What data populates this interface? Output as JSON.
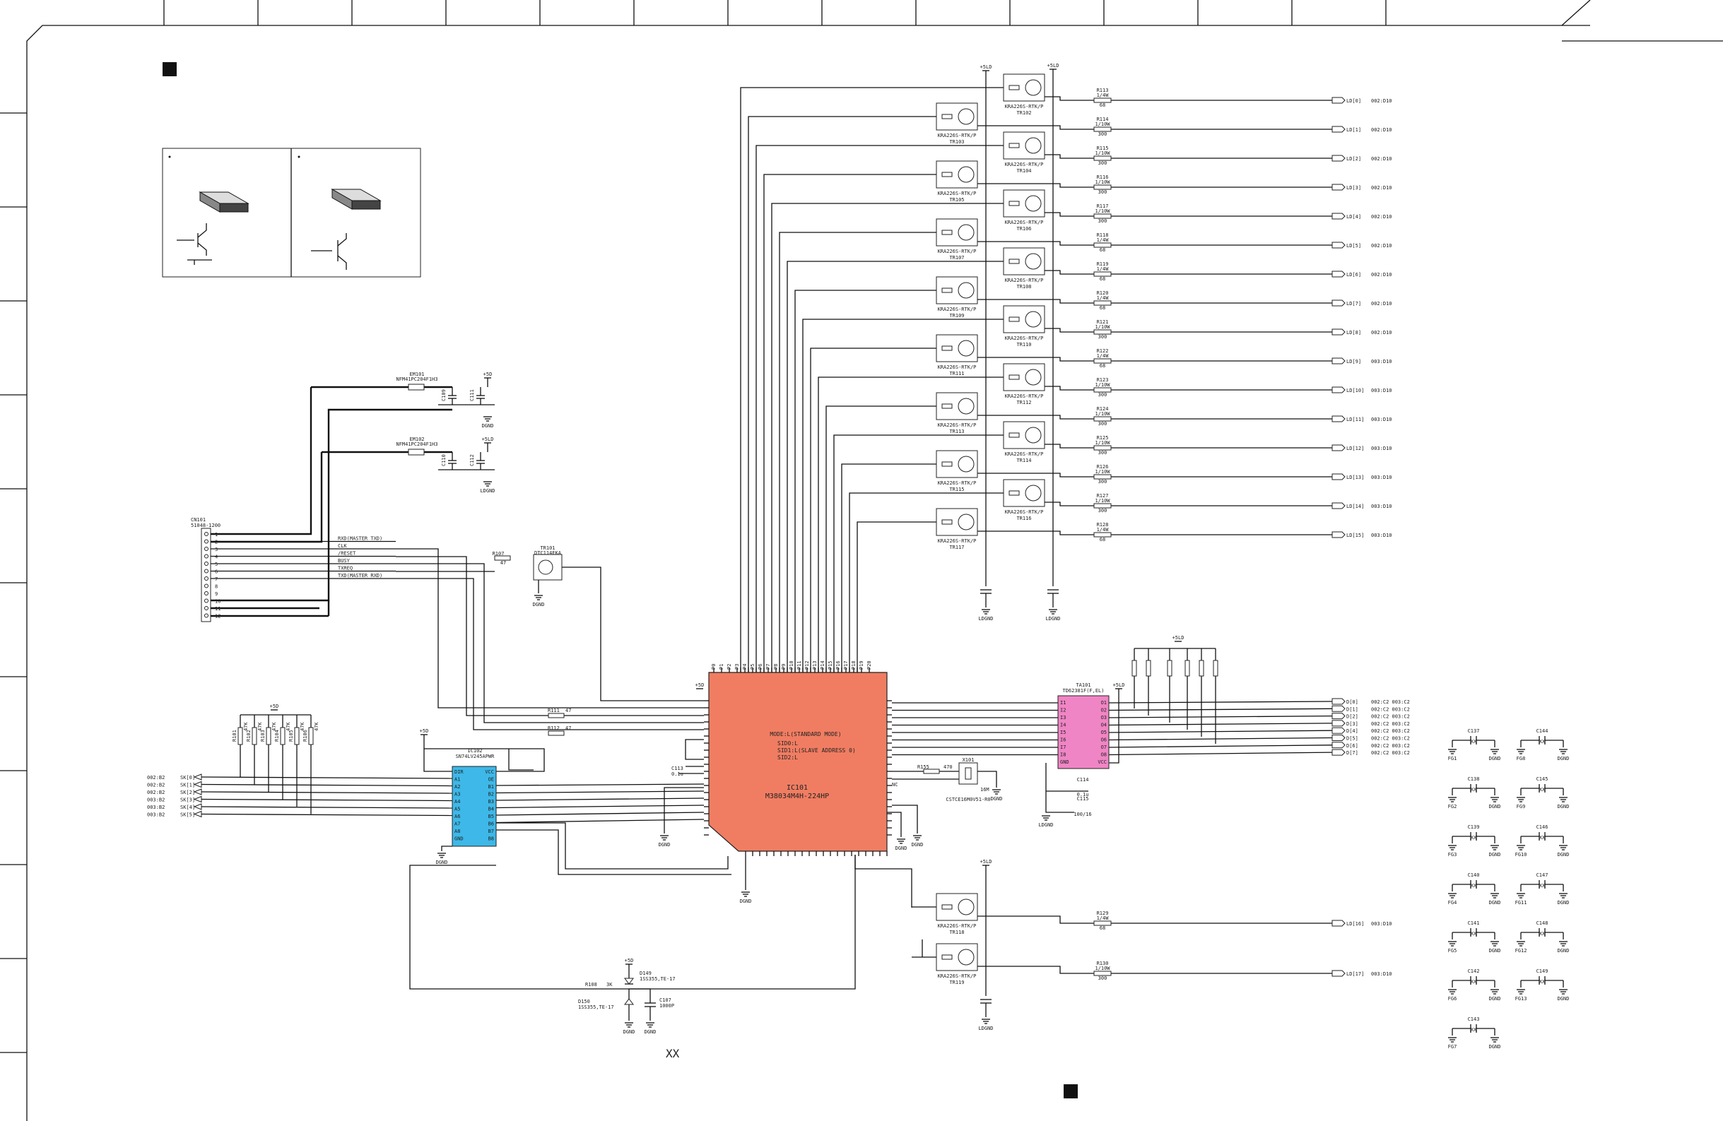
{
  "title_marker": "XX",
  "ic101": {
    "ref": "IC101",
    "part": "M38034M4H-224HP",
    "color": "#F07D62",
    "mode": [
      "MODE:L(STANDARD MODE)",
      "SID0:L",
      "SID1:L(SLAVE ADDRESS 0)",
      "SID2:L"
    ]
  },
  "ic102": {
    "ref": "IC102",
    "part": "SN74LV245APWR",
    "color": "#3DB8E8",
    "pins_l": [
      "DIR",
      "A1",
      "A2",
      "A3",
      "A4",
      "A5",
      "A6",
      "A7",
      "A8",
      "GND"
    ],
    "pins_r": [
      "VCC",
      "OE",
      "B1",
      "B2",
      "B3",
      "B4",
      "B5",
      "B6",
      "B7",
      "B8"
    ]
  },
  "ta101": {
    "ref": "TA101",
    "part": "TD62381F(F,EL)",
    "color": "#F085C5",
    "pins_l": [
      "I1",
      "I2",
      "I3",
      "I4",
      "I5",
      "I6",
      "I7",
      "I8",
      "GND"
    ],
    "pins_r": [
      "O1",
      "O2",
      "O3",
      "O4",
      "O5",
      "O6",
      "O7",
      "O8",
      "VCC"
    ]
  },
  "cn101": {
    "ref": "CN101",
    "part": "51048-1200",
    "signals": [
      "RXD(MASTER TXD)",
      "CLK",
      "/RESET",
      "BUSY",
      "TXREQ",
      "TXD(MASTER RXD)"
    ]
  },
  "em101": {
    "ref": "EM101",
    "part": "NFM41PC204F1H3"
  },
  "em102": {
    "ref": "EM102",
    "part": "NFM41PC204F1H3"
  },
  "tr101": {
    "ref": "TR101",
    "part": "DTC114EKA",
    "r": "R107",
    "rv": "47"
  },
  "transistor_part": "KRA226S-RTK/P",
  "ld_lines": [
    {
      "tr": "TR102",
      "r": "R113",
      "rt": "1/4W",
      "rv": "68",
      "sig": "LD[0]",
      "ref": "002:D10"
    },
    {
      "tr": "TR103",
      "r": "R114",
      "rt": "1/10W",
      "rv": "300",
      "sig": "LD[1]",
      "ref": "002:D10"
    },
    {
      "tr": "TR104",
      "r": "R115",
      "rt": "1/10W",
      "rv": "300",
      "sig": "LD[2]",
      "ref": "002:D10"
    },
    {
      "tr": "TR105",
      "r": "R116",
      "rt": "1/10W",
      "rv": "300",
      "sig": "LD[3]",
      "ref": "002:D10"
    },
    {
      "tr": "TR106",
      "r": "R117",
      "rt": "1/10W",
      "rv": "300",
      "sig": "LD[4]",
      "ref": "002:D10"
    },
    {
      "tr": "TR107",
      "r": "R118",
      "rt": "1/4W",
      "rv": "68",
      "sig": "LD[5]",
      "ref": "002:D10"
    },
    {
      "tr": "TR108",
      "r": "R119",
      "rt": "1/4W",
      "rv": "68",
      "sig": "LD[6]",
      "ref": "002:D10"
    },
    {
      "tr": "TR109",
      "r": "R120",
      "rt": "1/4W",
      "rv": "68",
      "sig": "LD[7]",
      "ref": "002:D10"
    },
    {
      "tr": "TR110",
      "r": "R121",
      "rt": "1/10W",
      "rv": "300",
      "sig": "LD[8]",
      "ref": "002:D10"
    },
    {
      "tr": "TR111",
      "r": "R122",
      "rt": "1/4W",
      "rv": "68",
      "sig": "LD[9]",
      "ref": "003:D10"
    },
    {
      "tr": "TR112",
      "r": "R123",
      "rt": "1/10W",
      "rv": "300",
      "sig": "LD[10]",
      "ref": "003:D10"
    },
    {
      "tr": "TR113",
      "r": "R124",
      "rt": "1/10W",
      "rv": "300",
      "sig": "LD[11]",
      "ref": "003:D10"
    },
    {
      "tr": "TR114",
      "r": "R125",
      "rt": "1/10W",
      "rv": "300",
      "sig": "LD[12]",
      "ref": "003:D10"
    },
    {
      "tr": "TR115",
      "r": "R126",
      "rt": "1/10W",
      "rv": "300",
      "sig": "LD[13]",
      "ref": "003:D10"
    },
    {
      "tr": "TR116",
      "r": "R127",
      "rt": "1/10W",
      "rv": "300",
      "sig": "LD[14]",
      "ref": "003:D10"
    },
    {
      "tr": "TR117",
      "r": "R128",
      "rt": "1/4W",
      "rv": "68",
      "sig": "LD[15]",
      "ref": "003:D10"
    }
  ],
  "ld_lines_low": [
    {
      "tr": "TR118",
      "r": "R129",
      "rt": "1/4W",
      "rv": "68",
      "sig": "LD[16]",
      "ref": "003:D10"
    },
    {
      "tr": "TR119",
      "r": "R130",
      "rt": "1/10W",
      "rv": "300",
      "sig": "LD[17]",
      "ref": "003:D10"
    }
  ],
  "d_outputs": [
    {
      "sig": "D[0]",
      "ref": "002:C2 003:C2"
    },
    {
      "sig": "D[1]",
      "ref": "002:C2 003:C2"
    },
    {
      "sig": "D[2]",
      "ref": "002:C2 003:C2"
    },
    {
      "sig": "D[3]",
      "ref": "002:C2 003:C2"
    },
    {
      "sig": "D[4]",
      "ref": "002:C2 003:C2"
    },
    {
      "sig": "D[5]",
      "ref": "002:C2 003:C2"
    },
    {
      "sig": "D[6]",
      "ref": "002:C2 003:C2"
    },
    {
      "sig": "D[7]",
      "ref": "002:C2 003:C2"
    }
  ],
  "sk_inputs": [
    {
      "ref": "002:B2",
      "sig": "SK[0]"
    },
    {
      "ref": "002:B2",
      "sig": "SK[1]"
    },
    {
      "ref": "002:B2",
      "sig": "SK[2]"
    },
    {
      "ref": "003:B2",
      "sig": "SK[3]"
    },
    {
      "ref": "003:B2",
      "sig": "SK[4]"
    },
    {
      "ref": "003:B2",
      "sig": "SK[5]"
    }
  ],
  "pullups": [
    "R101",
    "R102",
    "R103",
    "R104",
    "R105",
    "R106"
  ],
  "pullup_value": "47K",
  "res": {
    "r111": "R111",
    "r111v": "47",
    "r112": "R112",
    "r112v": "47",
    "r155": "R155",
    "r155v": "470",
    "r108": "R108",
    "r108v": "3K"
  },
  "xtal": {
    "ref": "X101",
    "part": "CSTCE16M0V51-R0",
    "f": "16M"
  },
  "caps": {
    "c113": "C113",
    "c113v": "0.1u",
    "c114": "C114",
    "c114v": "0.1u",
    "c115": "C115",
    "c115v": "100/16",
    "c107": "C107",
    "c107v": "1000P"
  },
  "diodes": {
    "d149": "D149",
    "d149p": "1SS355,TE-17",
    "d150": "D150",
    "d150p": "1SS355,TE-17"
  },
  "rails": {
    "p5": "+5D",
    "p5ld": "+5LD",
    "dgnd": "DGND",
    "ldgnd": "LDGND",
    "nc": "NC"
  },
  "emc_caps": [
    "C137",
    "C138",
    "C139",
    "C140",
    "C141",
    "C142",
    "C143",
    "C144",
    "C145",
    "C146",
    "C147",
    "C148",
    "C149"
  ],
  "emc_fgs": [
    "FG1",
    "FG2",
    "FG3",
    "FG4",
    "FG5",
    "FG6",
    "FG7",
    "FG8",
    "FG9",
    "FG10",
    "FG11",
    "FG12",
    "FG13"
  ],
  "xx": "XX"
}
